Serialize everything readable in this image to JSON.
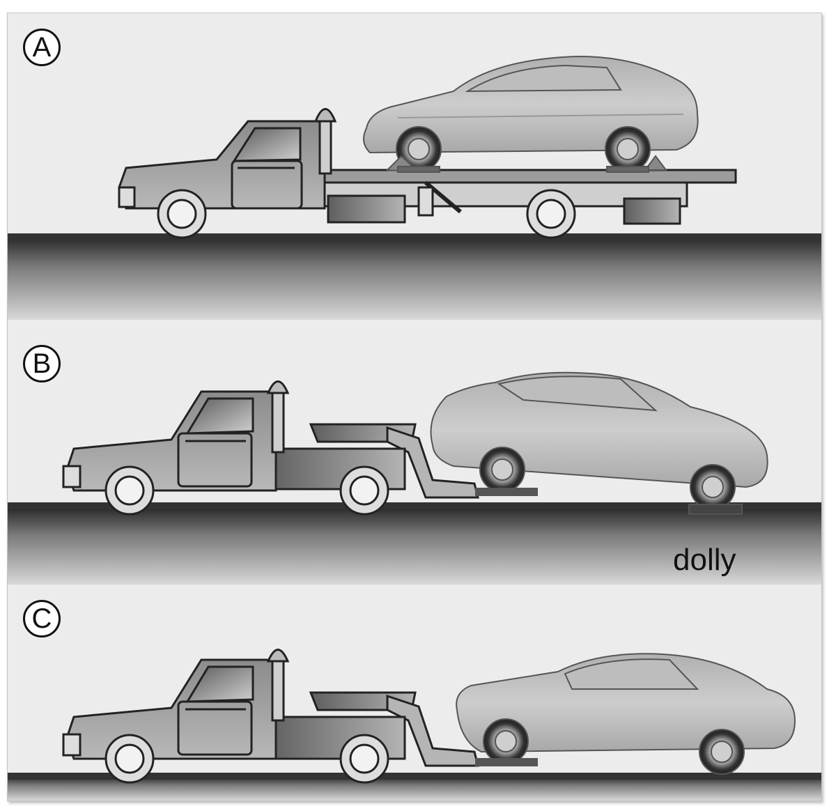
{
  "figure": {
    "panels": [
      {
        "label": "A",
        "method": "flatbed"
      },
      {
        "label": "B",
        "method": "wheel-lift-with-dolly",
        "annotation": "dolly"
      },
      {
        "label": "C",
        "method": "wheel-lift-front"
      }
    ]
  },
  "colors": {
    "background": "#ececec",
    "ground": "#333333",
    "truck_body": "#a6a6a6",
    "car_body": "#c2c2c2",
    "outline": "#222222"
  }
}
